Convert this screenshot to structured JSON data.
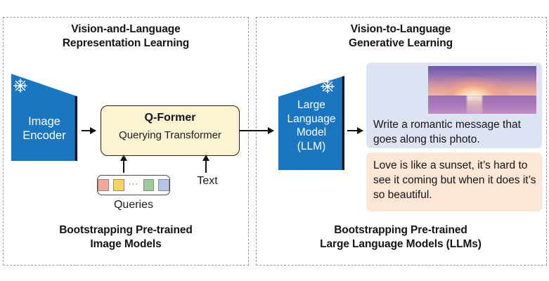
{
  "figure": {
    "left_panel": {
      "title": "Vision-and-Language\nRepresentation Learning",
      "caption": "Bootstrapping Pre-trained\nImage Models",
      "image_encoder": {
        "label": "Image\nEncoder",
        "frozen_icon": "snowflake-icon",
        "color": "#1a76c0"
      },
      "qformer": {
        "title": "Q-Former",
        "subtitle": "Querying Transformer",
        "fill": "#fdf3d3",
        "border": "#24201a"
      },
      "queries": {
        "label": "Queries",
        "ellipsis": "···",
        "swatches": [
          {
            "name": "query-token-1",
            "color": "#f3a89a"
          },
          {
            "name": "query-token-2",
            "color": "#f8d35e"
          },
          {
            "name": "query-token-3",
            "color": "#9ecb97"
          },
          {
            "name": "query-token-4",
            "color": "#b3c4e8"
          }
        ]
      },
      "text_input": {
        "label": "Text"
      }
    },
    "right_panel": {
      "title": "Vision-to-Language\nGenerative Learning",
      "caption": "Bootstrapping Pre-trained\nLarge Language Models (LLMs)",
      "llm": {
        "label": "Large\nLanguage\nModel\n(LLM)",
        "frozen_icon": "snowflake-icon",
        "color": "#1a76c0"
      },
      "prompt": {
        "text": "Write a romantic message that goes along this photo.",
        "background": "#dde3f2",
        "photo": {
          "name": "sunset-photo",
          "description": "sunset over the ocean"
        }
      },
      "answer": {
        "text": "Love is like a sunset, it’s hard to see it coming but when it does it’s so beautiful.",
        "background": "#fce6d6"
      }
    },
    "arrows": [
      {
        "name": "arrow-encoder-to-qformer",
        "direction": "right"
      },
      {
        "name": "arrow-qformer-to-llm",
        "direction": "right"
      },
      {
        "name": "arrow-queries-to-qformer",
        "direction": "up"
      },
      {
        "name": "arrow-text-to-qformer",
        "direction": "up"
      },
      {
        "name": "arrow-llm-to-output",
        "direction": "right"
      }
    ]
  }
}
